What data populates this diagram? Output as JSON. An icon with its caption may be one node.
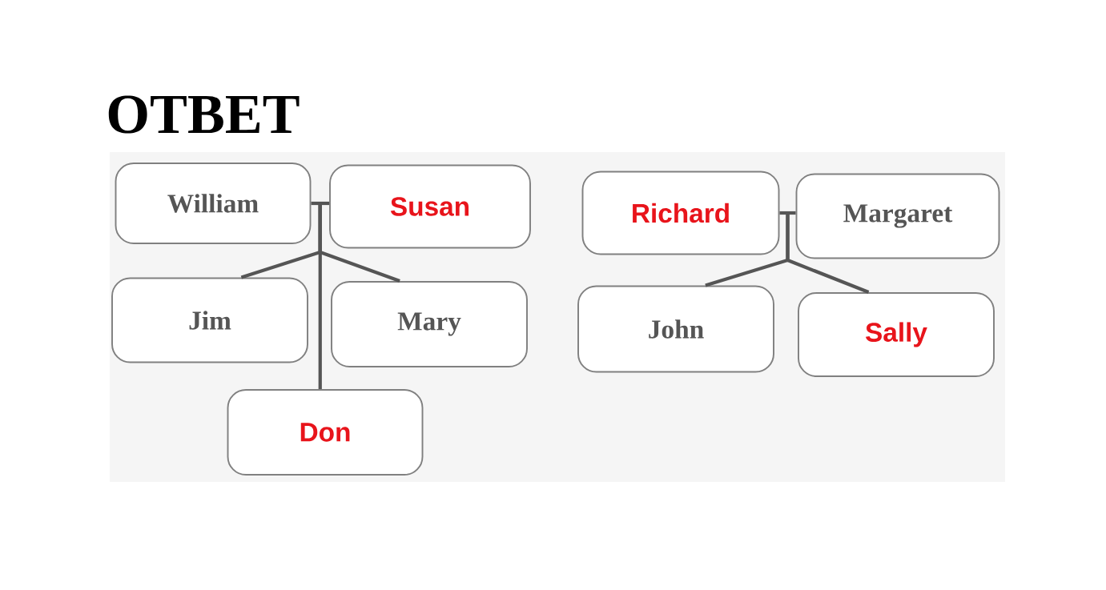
{
  "diagram": {
    "title": "ОТВЕТ",
    "nodes": [
      {
        "text": [
          "William"
        ]
      },
      {
        "text": [
          "Susan"
        ]
      },
      {
        "text": [
          "Jim"
        ]
      },
      {
        "text": [
          "Mary"
        ]
      },
      {
        "text": [
          "Don"
        ]
      },
      {
        "text": [
          "Richard"
        ]
      },
      {
        "text": [
          "Margaret"
        ]
      },
      {
        "text": [
          "John"
        ]
      },
      {
        "text": [
          "Sally"
        ]
      }
    ],
    "edges": [
      {
        "from": 0,
        "to": 1,
        "arrow": "none"
      },
      {
        "from": 0,
        "to": 2,
        "arrow": "none"
      },
      {
        "from": 1,
        "to": 2,
        "arrow": "none"
      },
      {
        "from": 0,
        "to": 3,
        "arrow": "none"
      },
      {
        "from": 1,
        "to": 3,
        "arrow": "none"
      },
      {
        "from": 0,
        "to": 4,
        "arrow": "none"
      },
      {
        "from": 1,
        "to": 4,
        "arrow": "none"
      },
      {
        "from": 5,
        "to": 6,
        "arrow": "none"
      },
      {
        "from": 5,
        "to": 7,
        "arrow": "none"
      },
      {
        "from": 6,
        "to": 7,
        "arrow": "none"
      },
      {
        "from": 5,
        "to": 8,
        "arrow": "none"
      },
      {
        "from": 6,
        "to": 8,
        "arrow": "none"
      }
    ]
  }
}
